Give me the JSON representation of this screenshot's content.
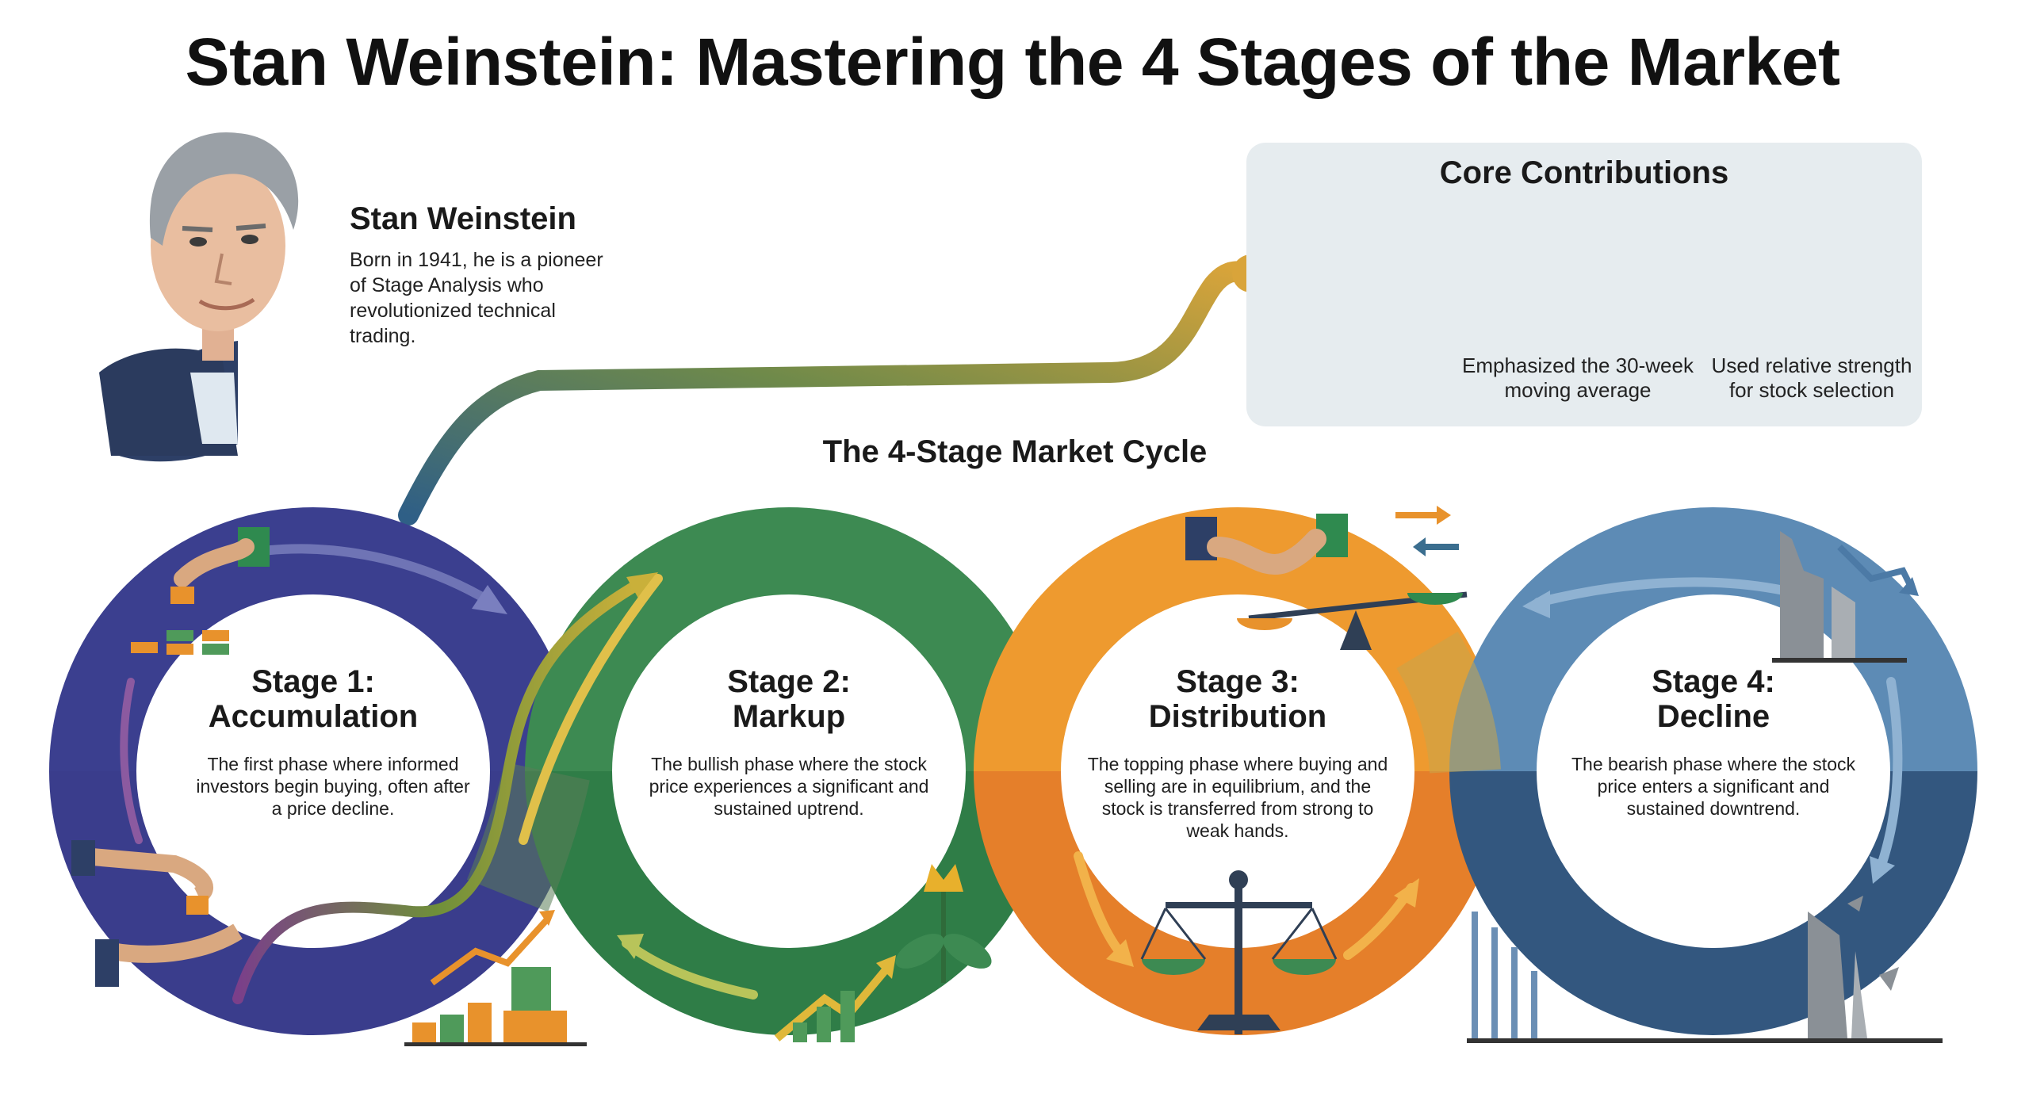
{
  "title": "Stan Weinstein: Mastering the 4 Stages of the Market",
  "bio": {
    "name": "Stan Weinstein",
    "text": "Born in 1941, he is a pioneer of Stage Analysis who revolutionized technical trading."
  },
  "core": {
    "title": "Core Contributions",
    "items": [
      {
        "caption": "Emphasized the 30-week moving average",
        "icon": "moving-average-chart-icon"
      },
      {
        "caption": "Used relative strength for stock selection",
        "icon": "balance-scale-icon"
      }
    ],
    "process_icon": "gears-flowchart-icon"
  },
  "cycle": {
    "title": "The 4-Stage Market Cycle",
    "stages": [
      {
        "title": "Stage 1:",
        "name": "Accumulation",
        "desc": "The first phase where informed investors begin buying, often after a price decline.",
        "color": "#3b3f8f",
        "icon": "coin-stacks-icon"
      },
      {
        "title": "Stage 2:",
        "name": "Markup",
        "desc": "The bullish phase where the stock price experiences a significant and sustained uptrend.",
        "color": "#3d8a52",
        "icon": "growth-plant-icon"
      },
      {
        "title": "Stage 3:",
        "name": "Distribution",
        "desc": "The topping phase where buying and selling are in equilibrium, and the stock is transferred from strong to weak hands.",
        "color": "#e8922c",
        "icon": "handshake-scale-icon"
      },
      {
        "title": "Stage 4:",
        "name": "Decline",
        "desc": "The bearish phase where the stock price enters a significant and sustained downtrend.",
        "color": "#4c7aa6",
        "icon": "crumbling-pillar-icon"
      }
    ]
  },
  "colors": {
    "stage1": "#3b3f8f",
    "stage2": "#3d8a52",
    "stage3": "#e8922c",
    "stage4": "#4c7aa6",
    "panel": "#e6ecef",
    "connector_start": "#2f6b7a",
    "connector_end": "#d9a43a"
  }
}
